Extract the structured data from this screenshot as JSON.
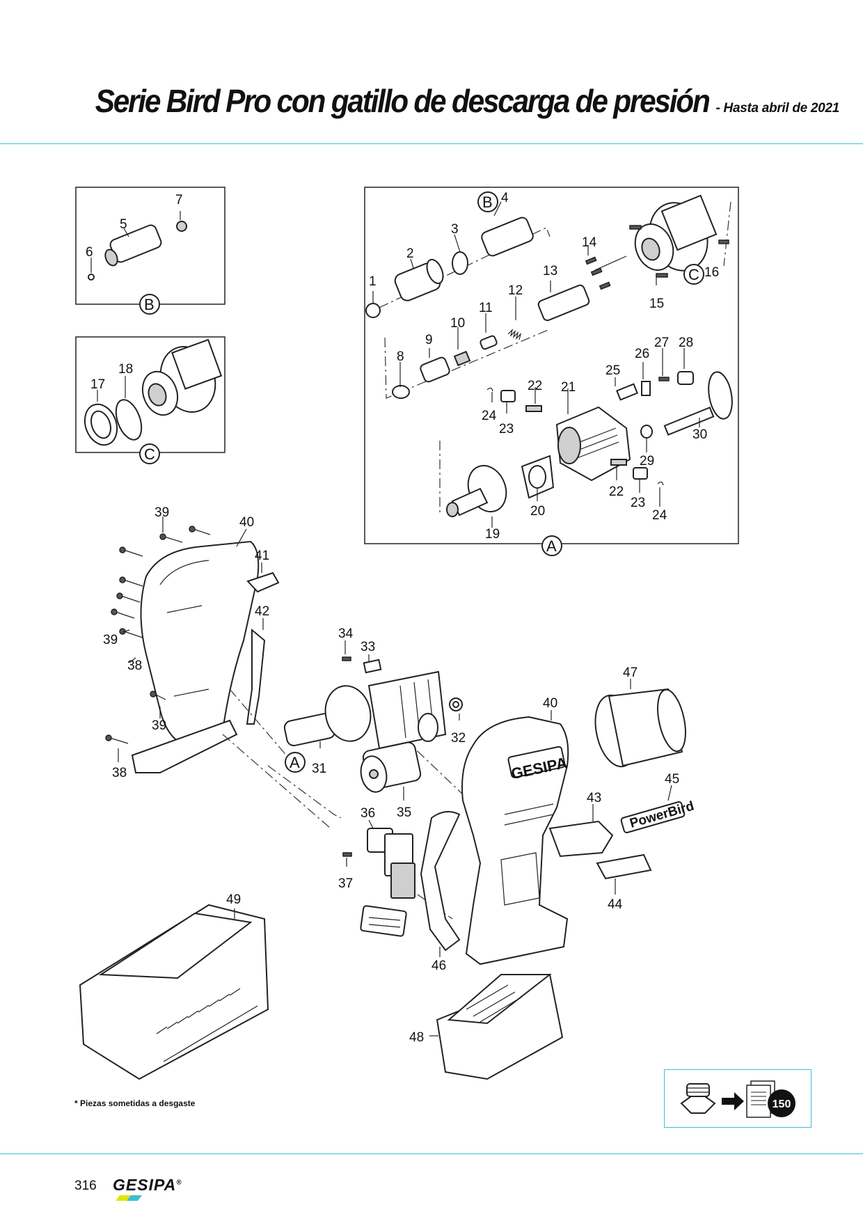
{
  "header": {
    "title": "Serie Bird Pro con gatillo de descarga de presión",
    "subtitle": "- Hasta abril de 2021"
  },
  "sections": {
    "a": "A",
    "b": "B",
    "c": "C"
  },
  "labels": [
    "1",
    "2",
    "3",
    "4",
    "5",
    "6",
    "7",
    "8",
    "9",
    "10",
    "11",
    "12",
    "13",
    "14",
    "15",
    "16",
    "17",
    "18",
    "19",
    "20",
    "21",
    "22",
    "23",
    "24",
    "25",
    "26",
    "27",
    "28",
    "29",
    "30",
    "31",
    "32",
    "33",
    "34",
    "35",
    "36",
    "37",
    "38",
    "39",
    "40",
    "41",
    "42",
    "43",
    "44",
    "45",
    "46",
    "47",
    "48",
    "49"
  ],
  "product_markings": {
    "housing_logo": "GESIPA",
    "badge_text": "PowerBird"
  },
  "reference": {
    "page": "150"
  },
  "footnote": "* Piezas sometidas a desgaste",
  "footer": {
    "page_number": "316",
    "brand": "GESIPA",
    "brand_mark": "®"
  },
  "colors": {
    "accent": "#3cbfd1",
    "text": "#111111"
  }
}
